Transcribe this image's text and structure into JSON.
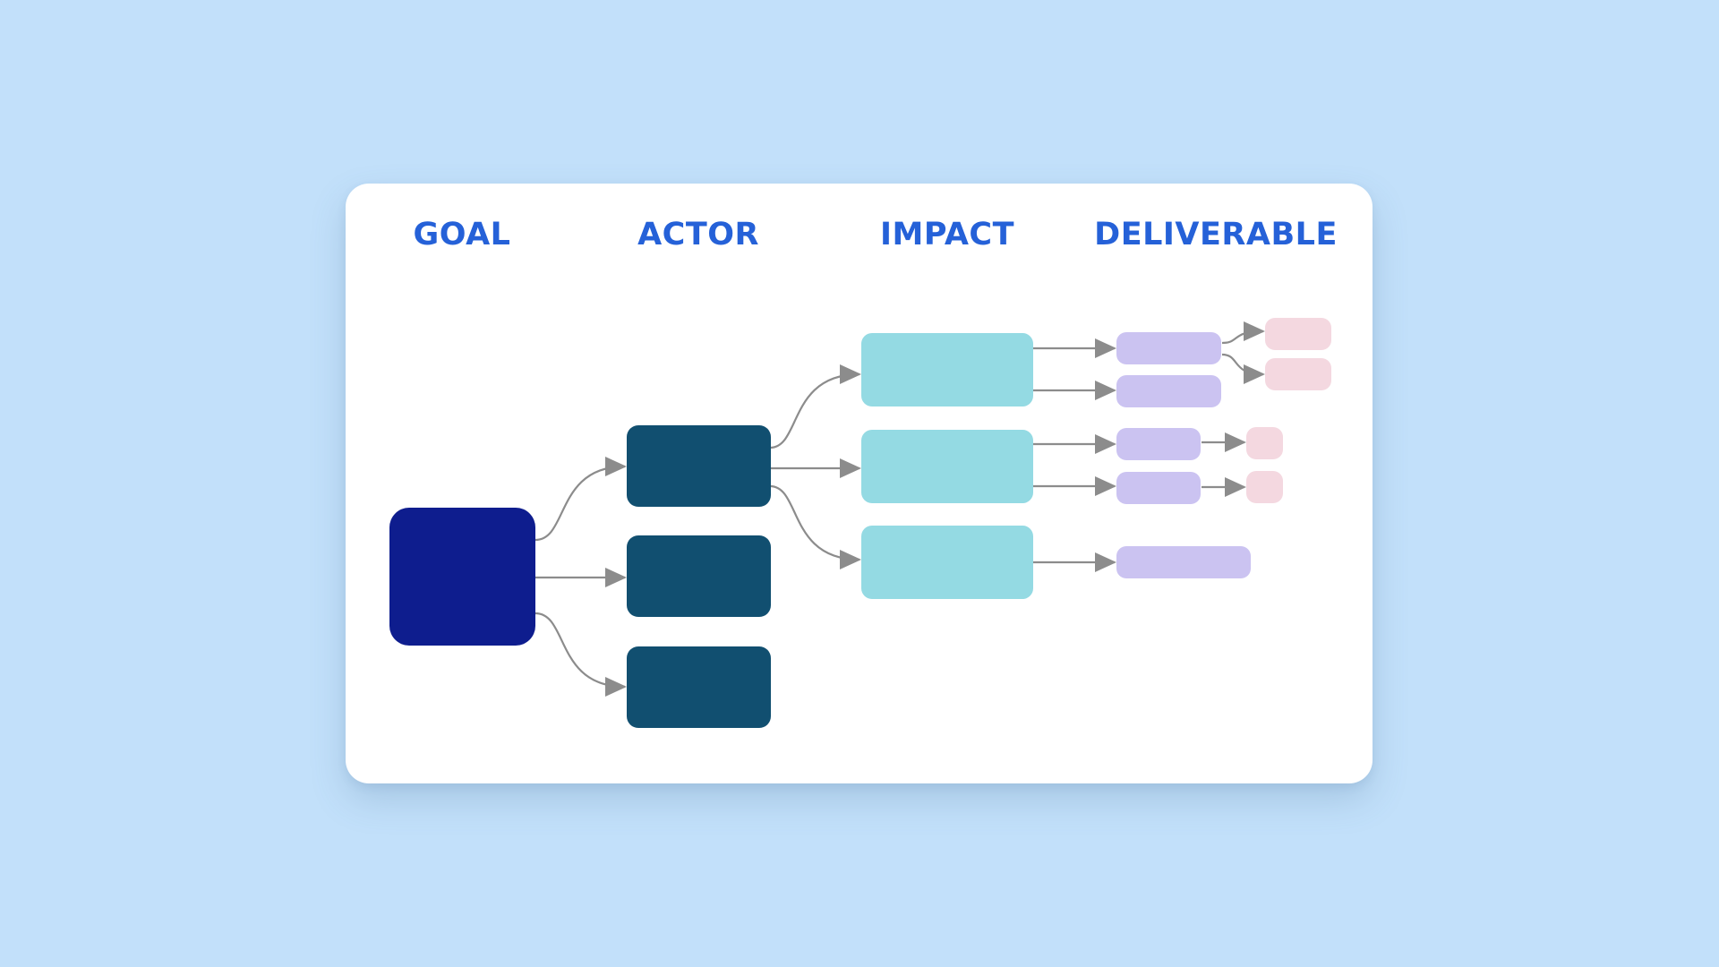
{
  "columns": {
    "goal": "GOAL",
    "actor": "ACTOR",
    "impact": "IMPACT",
    "deliverable": "DELIVERABLE"
  },
  "colors": {
    "background": "#c2e0fa",
    "card": "#ffffff",
    "heading": "#2561d8",
    "goal": "#0e1d8e",
    "actor": "#114f70",
    "impact": "#94dae3",
    "deliverable": "#cbc3f1",
    "subdeliverable": "#f4d8e0",
    "connector": "#8c8c8c"
  }
}
